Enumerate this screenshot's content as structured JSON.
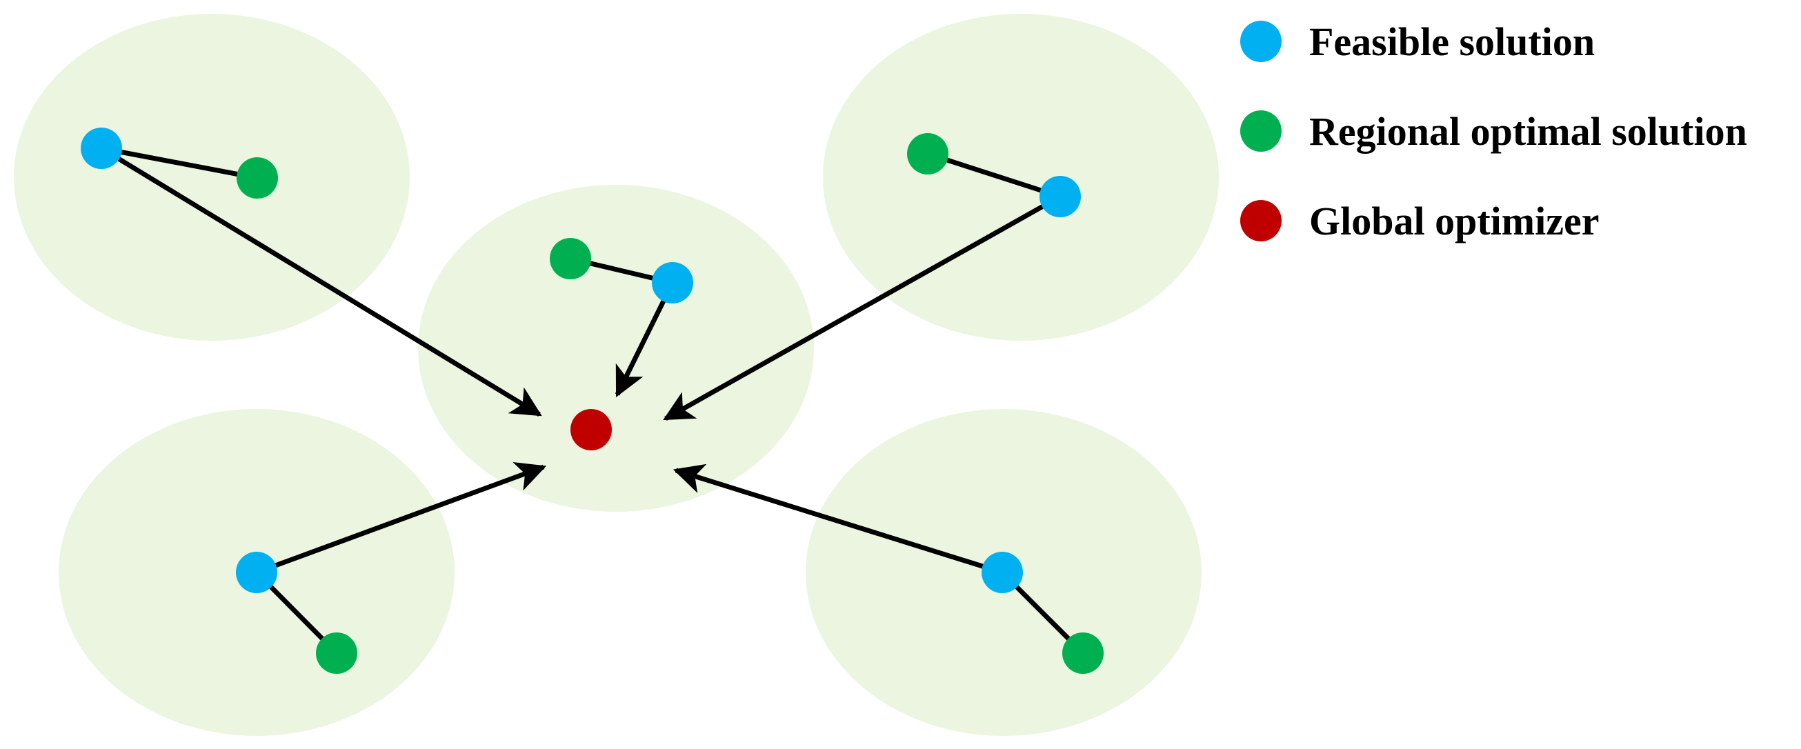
{
  "colors": {
    "region_fill": "#ebf5e0",
    "feasible": "#00b0f0",
    "regional_optimal": "#00b050",
    "global": "#c00000",
    "connector": "#000000"
  },
  "legend": {
    "items": [
      {
        "label": "Feasible solution",
        "color_key": "feasible"
      },
      {
        "label": "Regional optimal solution",
        "color_key": "regional_optimal"
      },
      {
        "label": "Global optimizer",
        "color_key": "global"
      }
    ]
  },
  "regions": [
    "top-left",
    "center",
    "top-right",
    "bottom-left",
    "bottom-right"
  ]
}
